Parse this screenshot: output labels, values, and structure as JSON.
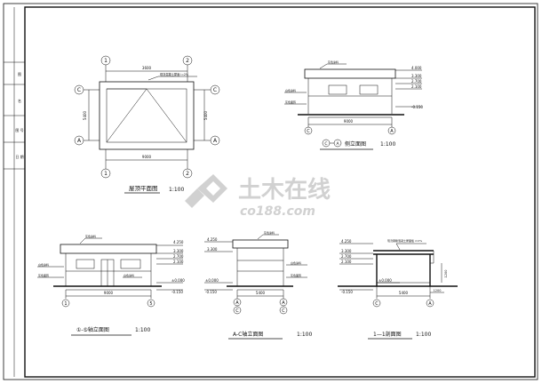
{
  "title_block": {
    "rows": [
      "图",
      "名",
      "图 号",
      "日 期"
    ]
  },
  "roof_plan": {
    "title": "屋顶平面图",
    "scale": "1:100",
    "top_dim": "3600",
    "bottom_dim": "9000",
    "left_dim": "5400",
    "right_dim": "5400",
    "slope_note": "现浇混凝土屋面 i=2%",
    "axes": {
      "top_left": "1",
      "top_right": "2",
      "bottom_left": "1",
      "bottom_right": "2",
      "left_top": "C",
      "left_bottom": "A",
      "right_top": "C",
      "right_bottom": "A"
    }
  },
  "side_elev_top": {
    "title": "侧立面图",
    "scale": "1:100",
    "levels": [
      "4.000",
      "3.300",
      "2.700",
      "2.100"
    ],
    "ground": "-0.150",
    "dim": "9000",
    "label_top": "灰色涂料",
    "label_mid": "白色涂料",
    "label_low": "灰色面砖",
    "axis_left": "C",
    "axis_right": "A",
    "title_axes": [
      "C",
      "A"
    ]
  },
  "front_elev": {
    "title": "①-⑤轴立面图",
    "scale": "1:100",
    "levels": [
      "4.250",
      "3.300",
      "2.700",
      "2.100"
    ],
    "zero": "±0.000",
    "ground": "-0.150",
    "dim": "9000",
    "label_top": "灰色涂料",
    "label_left1": "白色涂料",
    "label_left2": "灰色面砖",
    "label_right": "白色涂料",
    "axis_left": "1",
    "axis_right": "5"
  },
  "ac_elev": {
    "title": "A-C轴立面图",
    "scale": "1:100",
    "levels": [
      "4.250",
      "3.300"
    ],
    "zero": "±0.000",
    "ground": "-0.150",
    "dim": "5400",
    "label_top": "灰色涂料",
    "label_right1": "白色涂料",
    "label_right2": "灰色面砖",
    "axes_left": [
      "A",
      "C"
    ],
    "axes_right": [
      "A",
      "C"
    ]
  },
  "section": {
    "title": "1—1剖面图",
    "scale": "1:100",
    "levels": [
      "4.250",
      "3.300",
      "2.700",
      "2.100"
    ],
    "zero": "±0.000",
    "ground": "-0.150",
    "dim": "5400",
    "sub_dim": "1200",
    "roof_note": "现浇钢筋混凝土屋面板 i=2%",
    "axis_left": "C",
    "axis_right": "A"
  },
  "watermark": {
    "brand": "土木在线",
    "url": "co188.com"
  }
}
